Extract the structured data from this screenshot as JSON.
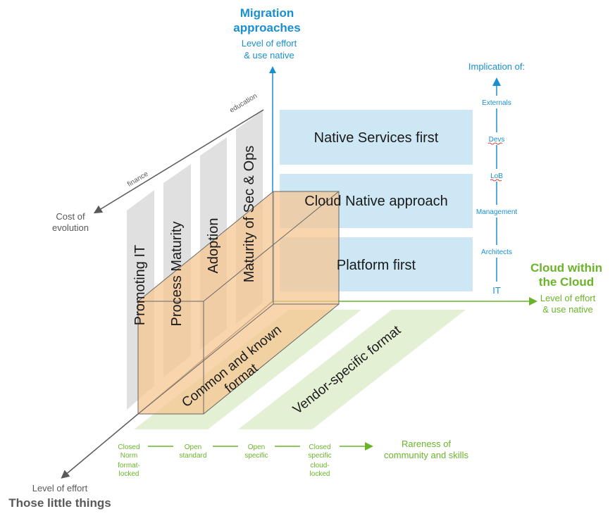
{
  "colors": {
    "blue_accent": "#1a8fd0",
    "green_accent": "#6ab42a",
    "box_fill": "#cde7f5",
    "plane_fill": "#e3f0d4",
    "pillar_fill": "#e0e0e0",
    "cube_fill": "#f7c58f"
  },
  "vertical_axis": {
    "title_line1": "Migration",
    "title_line2": "approaches",
    "sub_line1": "Level of effort",
    "sub_line2": "& use native"
  },
  "horizontal_axis": {
    "title_line1": "Cloud within",
    "title_line2": "the Cloud",
    "sub_line1": "Level of effort",
    "sub_line2": "& use native"
  },
  "depth_axis": {
    "sub": "Level of effort",
    "title": "Those little things"
  },
  "back_axis": {
    "label_line1": "Cost of",
    "label_line2": "evolution",
    "tick_education": "education",
    "tick_finance": "finance"
  },
  "approaches": {
    "native": "Native Services first",
    "cloud_native": "Cloud Native approach",
    "platform": "Platform first"
  },
  "implication": {
    "title": "Implication of:",
    "items": [
      "Externals",
      "Devs",
      "LoB",
      "Management",
      "Architects",
      "IT"
    ]
  },
  "pillars": [
    "Promoting IT",
    "Process Maturity",
    "Adoption",
    "Maturity of Sec & Ops"
  ],
  "formats": {
    "common_line1": "Common and known",
    "common_line2": "format",
    "vendor": "Vendor-specific format"
  },
  "rareness": {
    "steps": [
      [
        "Closed",
        "Norm",
        "format-",
        "locked"
      ],
      [
        "Open",
        "standard"
      ],
      [
        "Open",
        "specific"
      ],
      [
        "Closed",
        "specific",
        "cloud-",
        "locked"
      ]
    ],
    "label_line1": "Rareness of",
    "label_line2": "community and skills"
  }
}
